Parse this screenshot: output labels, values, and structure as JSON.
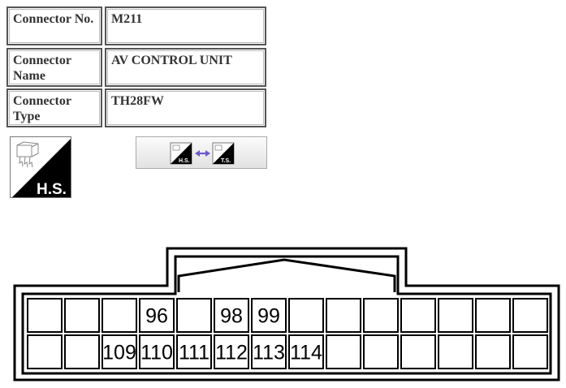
{
  "info": [
    {
      "label": "Connector No.",
      "value": "M211"
    },
    {
      "label": "Connector Name",
      "value": "AV CONTROL UNIT"
    },
    {
      "label": "Connector Type",
      "value": "TH28FW"
    }
  ],
  "harness_icon": {
    "label": "H.S.",
    "icon": "harness-side-icon"
  },
  "view_switch": {
    "from_label": "H.S.",
    "to_label": "T.S.",
    "icon": "swap-view-icon",
    "arrow_color": "#6a5acd"
  },
  "connector": {
    "rows": [
      [
        "",
        "",
        "",
        "96",
        "",
        "98",
        "99",
        "",
        "",
        "",
        "",
        "",
        "",
        ""
      ],
      [
        "",
        "",
        "109",
        "110",
        "111",
        "112",
        "113",
        "114",
        "",
        "",
        "",
        "",
        "",
        ""
      ]
    ]
  }
}
